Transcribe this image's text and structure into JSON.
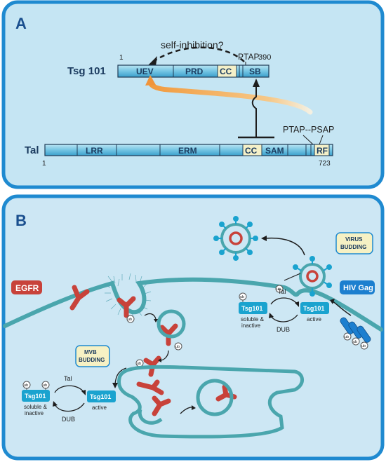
{
  "panelA": {
    "letter": "A",
    "tsg_label": "Tsg 101",
    "tsg_start": "1",
    "tsg_end": "390",
    "tsg_domains": [
      "UEV",
      "PRD",
      "CC",
      "SB"
    ],
    "self_inhibition": "self-inhibition?",
    "ptap": "PTAP",
    "tal_label": "Tal",
    "tal_start": "1",
    "tal_end": "723",
    "tal_domains": [
      "LRR",
      "ERM",
      "CC",
      "SAM",
      "RF"
    ],
    "ptap_psap": "PTAP--PSAP"
  },
  "panelB": {
    "letter": "B",
    "egfr": "EGFR",
    "virus_budding_1": "VIRUS",
    "virus_budding_2": "BUDDING",
    "hiv_gag": "HIV Gag",
    "mvb_budding_1": "MVB",
    "mvb_budding_2": "BUDDING",
    "ub": "ub",
    "tsg101": "Tsg101",
    "tal": "Tal",
    "dub": "DUB",
    "soluble_1": "soluble &",
    "soluble_2": "inactive",
    "active": "active"
  },
  "colors": {
    "border": "#1f8ad0",
    "panel_bg": "#c7e6f3",
    "panel_b_bg": "#cfe8f4",
    "bar": "#7fcbe6",
    "tsg_box": "#1aa3cf",
    "receptor": "#c8423a",
    "orange": "#f0a858"
  }
}
